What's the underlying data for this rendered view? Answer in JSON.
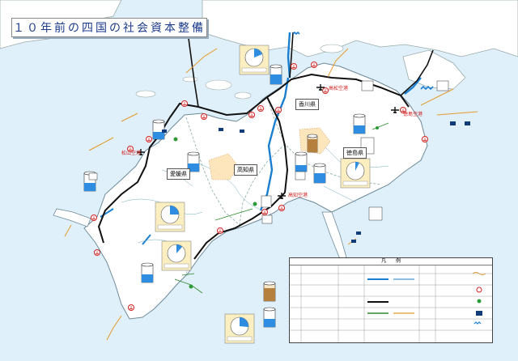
{
  "title": "１０年前の四国の社会資本整備",
  "prefectures": {
    "kagawa": "香川県",
    "ehime": "愛媛県",
    "kochi": "高知県",
    "tokushima": "徳島県"
  },
  "airports": {
    "matsuyama": "松山空港",
    "takamatsu": "高松空港",
    "kochi": "高知空港",
    "tokushima": "徳島空港"
  },
  "legend": {
    "heading": "凡　　例"
  },
  "colors": {
    "sea": "#dff0fb",
    "land": "#ffffff",
    "road": "#111111",
    "river": "#1a7fd0",
    "title_text": "#1a3a8a",
    "airport_label": "#d02020"
  }
}
